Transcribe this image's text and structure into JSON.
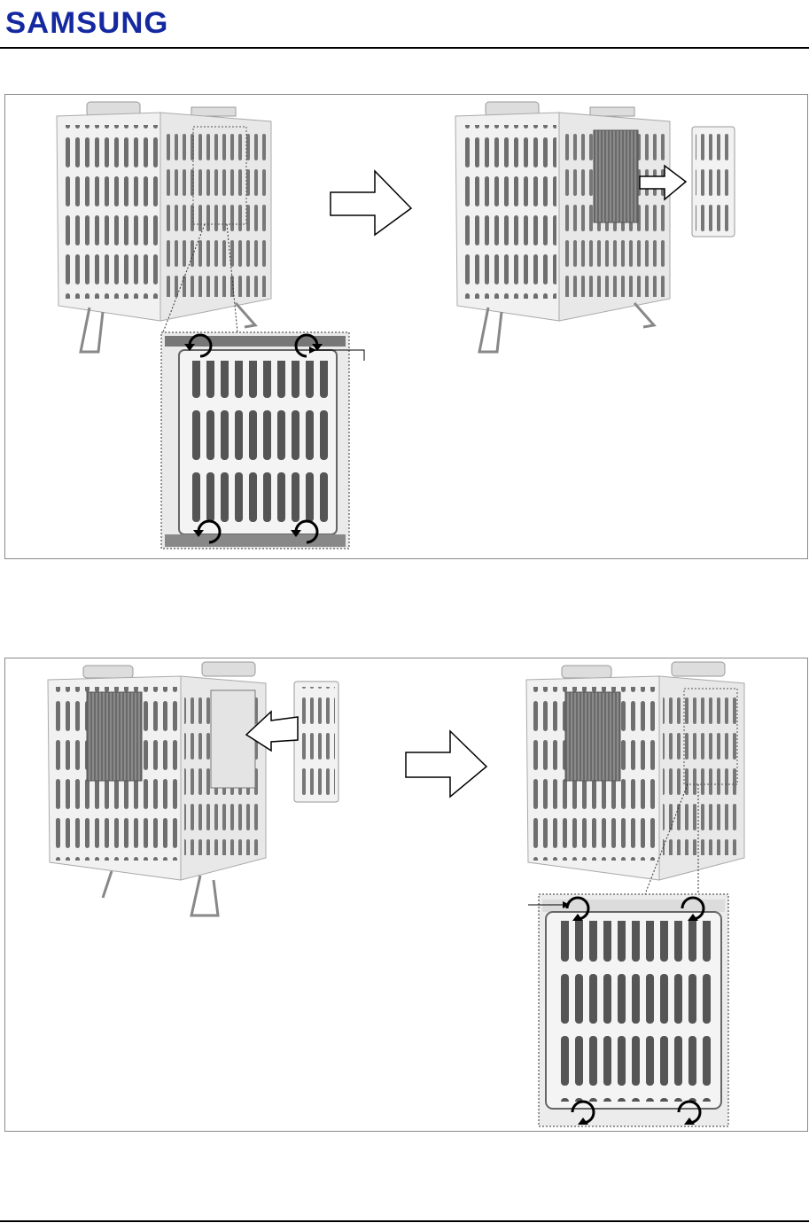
{
  "header": {
    "logo_text": "SAMSUNG",
    "logo_color": "#1428a0"
  },
  "figures": [
    {
      "step": "remove-cover",
      "icons": [
        "rotate-ccw-icon",
        "rotate-ccw-icon",
        "rotate-ccw-icon",
        "rotate-ccw-icon",
        "arrow-right-icon",
        "arrow-right-icon"
      ]
    },
    {
      "step": "attach-cover",
      "icons": [
        "arrow-left-icon",
        "arrow-right-icon",
        "rotate-cw-icon",
        "rotate-cw-icon",
        "rotate-cw-icon",
        "rotate-cw-icon"
      ]
    }
  ]
}
